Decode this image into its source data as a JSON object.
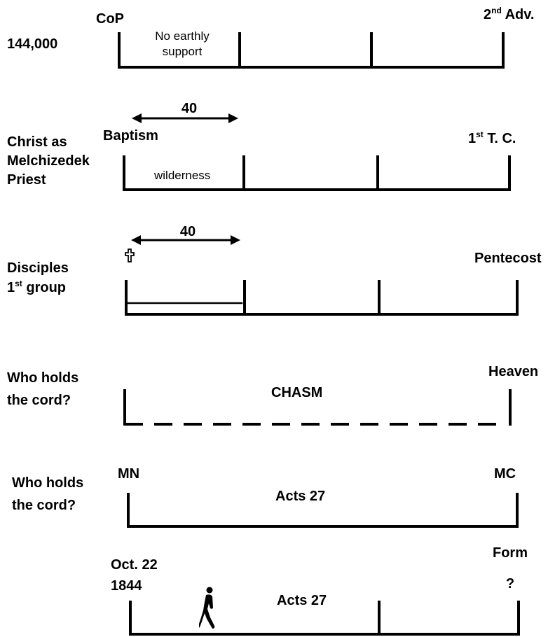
{
  "rows": [
    {
      "left_label": "144,000",
      "start_label": "CoP",
      "end_label": {
        "base": "2",
        "sup": "nd",
        "rest": " Adv."
      },
      "segment_note": "No earthly\nsupport"
    },
    {
      "left_label": "Christ as\nMelchizedek\nPriest",
      "span_label": "40",
      "start_label": "Baptism",
      "end_label": {
        "base": "1",
        "sup": "st",
        "rest": " T. C."
      },
      "segment_note": "wilderness"
    },
    {
      "left_label_line1": "Disciples",
      "left_label_line2": {
        "base": "1",
        "sup": "st",
        "rest": " group"
      },
      "span_label": "40",
      "start_icon": "cross-icon",
      "end_label": "Pentecost"
    },
    {
      "left_label": "Who holds\nthe cord?",
      "center_label": "CHASM",
      "end_label": "Heaven"
    },
    {
      "left_label": "Who holds\nthe cord?",
      "start_label": "MN",
      "center_label": "Acts 27",
      "end_label": "MC"
    },
    {
      "start_label": "Oct. 22\n1844",
      "center_label": "Acts 27",
      "end_label": "Form\n?",
      "figure_icon": "walking-person-icon"
    }
  ],
  "colors": {
    "ink": "#000000",
    "background": "#ffffff"
  }
}
